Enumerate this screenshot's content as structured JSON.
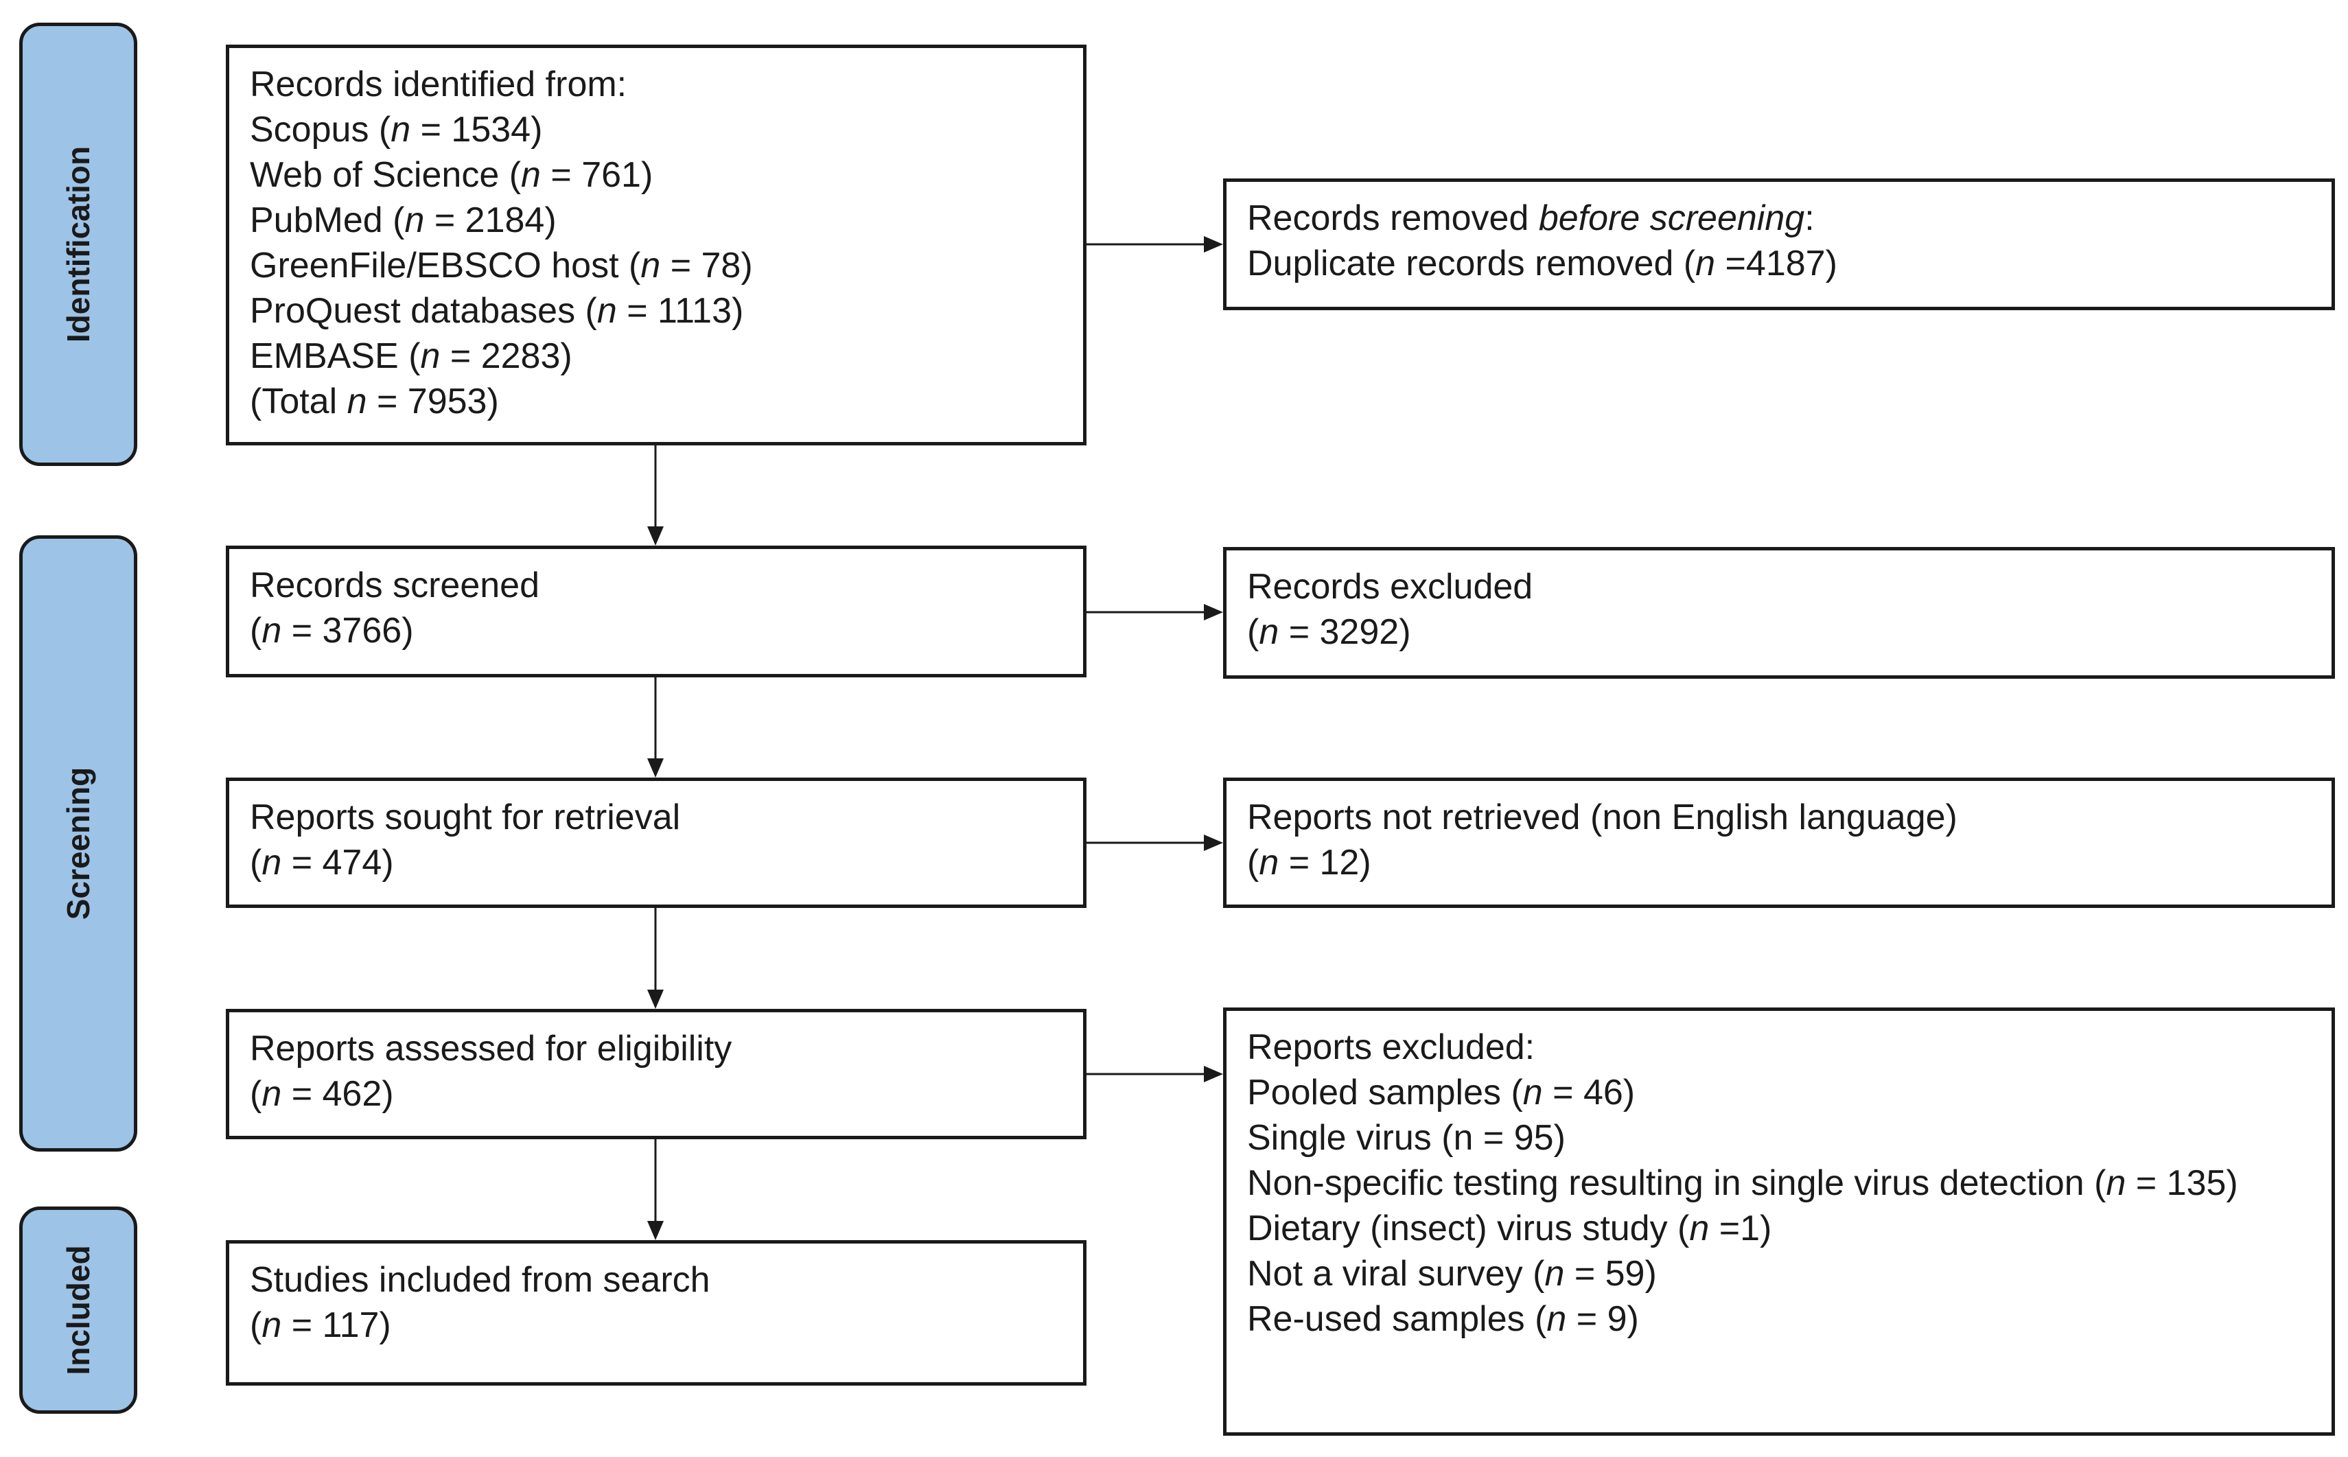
{
  "phases": {
    "identification": "Identification",
    "screening": "Screening",
    "included": "Included"
  },
  "identified": {
    "heading": "Records identified from:",
    "sources": [
      {
        "name": "Scopus",
        "pre": "(",
        "n": "n",
        "eq": " = 1534)"
      },
      {
        "name": "Web of Science",
        "pre": "(",
        "n": "n",
        "eq": " = 761)"
      },
      {
        "name": "PubMed",
        "pre": "(",
        "n": "n",
        "eq": " = 2184)"
      },
      {
        "name": "GreenFile/EBSCO host",
        "pre": "(",
        "n": "n",
        "eq": " = 78)"
      },
      {
        "name": "ProQuest databases",
        "pre": "(",
        "n": "n",
        "eq": " = 1113)"
      },
      {
        "name": "EMBASE",
        "pre": "(",
        "n": "n",
        "eq": " = 2283)"
      }
    ],
    "total_pre": "(Total ",
    "total_n": "n",
    "total_eq": " = 7953)"
  },
  "removed": {
    "label_a": "Records removed ",
    "label_italic": "before screening",
    "label_b": ":",
    "dup_label": "Duplicate records removed  (",
    "dup_n": "n",
    "dup_eq": " =4187)"
  },
  "screened": {
    "label": "Records screened",
    "pre": "(",
    "n": "n",
    "eq": " = 3766)"
  },
  "excluded": {
    "label": "Records excluded",
    "pre": "(",
    "n": "n",
    "eq": " = 3292)"
  },
  "sought": {
    "label": "Reports sought for retrieval",
    "pre": "(",
    "n": "n",
    "eq": " = 474)"
  },
  "not_retrieved": {
    "label": "Reports not retrieved (non English language)",
    "pre": "(",
    "n": "n",
    "eq": " = 12)"
  },
  "assessed": {
    "label": "Reports assessed for eligibility",
    "pre": "(",
    "n": "n",
    "eq": " = 462)"
  },
  "reports_excluded": {
    "heading": "Reports excluded:",
    "reasons": [
      {
        "name": "Pooled samples (",
        "n": "n",
        "eq": " = 46)"
      },
      {
        "name": "Single virus (n = 95)",
        "n": "",
        "eq": ""
      },
      {
        "name": "Non-specific testing resulting in single virus detection (",
        "n": "n",
        "eq": " = 135)"
      },
      {
        "name": "Dietary (insect) virus study (",
        "n": "n",
        "eq": " =1)"
      },
      {
        "name": "Not a viral survey (",
        "n": "n",
        "eq": " = 59)"
      },
      {
        "name": "Re-used samples (",
        "n": "n",
        "eq": " = 9)"
      }
    ]
  },
  "included": {
    "label": "Studies included from search",
    "pre": "(",
    "n": "n",
    "eq": " = 117)"
  }
}
